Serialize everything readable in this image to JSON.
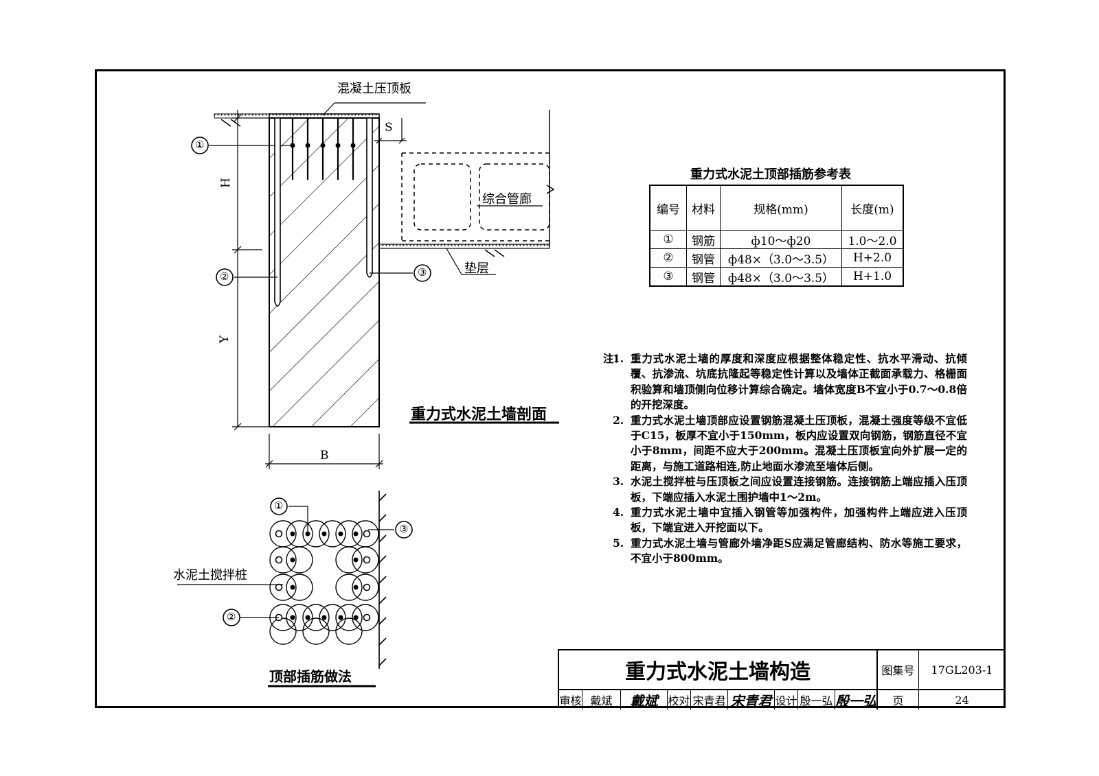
{
  "section": {
    "title": "重力式水泥土墙剖面",
    "top_slab_label": "混凝土压顶板",
    "corridor_label": "综合管廊",
    "cushion_label": "垫层",
    "dim_s": "S",
    "dim_h": "H",
    "dim_y": "Y",
    "dim_b": "B",
    "marker_1": "①",
    "marker_2": "②",
    "marker_3": "③"
  },
  "plan": {
    "title": "顶部插筋做法",
    "pile_label": "水泥土搅拌桩",
    "marker_1": "①",
    "marker_2": "②",
    "marker_3": "③"
  },
  "table": {
    "title": "重力式水泥土顶部插筋参考表",
    "headers": [
      "编号",
      "材料",
      "规格(mm)",
      "长度(m)"
    ],
    "rows": [
      [
        "①",
        "钢筋",
        "ф10～ф20",
        "1.0～2.0"
      ],
      [
        "②",
        "钢管",
        "ф48×（3.0～3.5）",
        "H+2.0"
      ],
      [
        "③",
        "钢管",
        "ф48×（3.0～3.5）",
        "H+1.0"
      ]
    ]
  },
  "notes": {
    "lead": "注：",
    "items": [
      {
        "num": "1.",
        "text": "重力式水泥土墙的厚度和深度应根据整体稳定性、抗水平滑动、抗倾覆、抗渗流、坑底抗隆起等稳定性计算以及墙体正截面承载力、格栅面积验算和墙顶侧向位移计算综合确定。墙体宽度B不宜小于0.7～0.8倍的开挖深度。"
      },
      {
        "num": "2.",
        "text": "重力式水泥土墙顶部应设置钢筋混凝土压顶板，混凝土强度等级不宜低于C15，板厚不宜小于150mm，板内应设置双向钢筋，钢筋直径不宜小于8mm，间距不应大于200mm。混凝土压顶板宜向外扩展一定的距离，与施工道路相连,防止地面水渗流至墙体后侧。"
      },
      {
        "num": "3.",
        "text": "水泥土搅拌桩与压顶板之间应设置连接钢筋。连接钢筋上端应插入压顶板，下端应插入水泥土围护墙中1～2m。"
      },
      {
        "num": "4.",
        "text": "重力式水泥土墙中宜插入钢管等加强构件，加强构件上端应进入压顶板，下端宜进入开挖面以下。"
      },
      {
        "num": "5.",
        "text": "重力式水泥土墙与管廊外墙净距S应满足管廊结构、防水等施工要求，不宜小于800mm。"
      }
    ]
  },
  "title_block": {
    "drawing_title": "重力式水泥土墙构造",
    "atlas_label": "图集号",
    "atlas_no": "17GL203-1",
    "page_label": "页",
    "page_no": "24",
    "review_label": "审核",
    "reviewer": "戴斌",
    "reviewer_sig": "戴斌",
    "check_label": "校对",
    "checker": "宋青君",
    "checker_sig": "宋青君",
    "design_label": "设计",
    "designer": "殷一弘",
    "designer_sig": "殷一弘"
  }
}
